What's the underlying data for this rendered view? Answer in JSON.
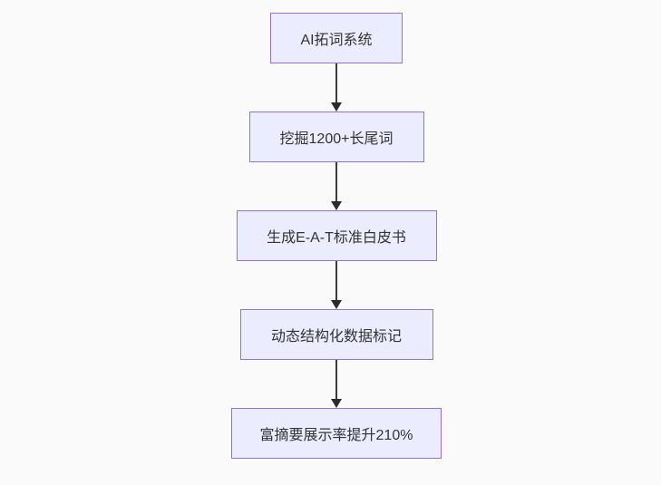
{
  "page": {
    "background_color": "#fafafa"
  },
  "flowchart": {
    "type": "flowchart",
    "direction": "top-down",
    "style": {
      "node_fill": "#ECECFF",
      "node_border": "#9370DB",
      "text_color": "#333333",
      "arrow_color": "#333333"
    },
    "nodes": [
      {
        "label": "AI拓词系统"
      },
      {
        "label": "挖掘1200+长尾词"
      },
      {
        "label": "生成E-A-T标准白皮书"
      },
      {
        "label": "动态结构化数据标记"
      },
      {
        "label": "富摘要展示率提升210%"
      }
    ],
    "edges": [
      {
        "from": "AI拓词系统",
        "to": "挖掘1200+长尾词"
      },
      {
        "from": "挖掘1200+长尾词",
        "to": "生成E-A-T标准白皮书"
      },
      {
        "from": "生成E-A-T标准白皮书",
        "to": "动态结构化数据标记"
      },
      {
        "from": "动态结构化数据标记",
        "to": "富摘要展示率提升210%"
      }
    ]
  }
}
